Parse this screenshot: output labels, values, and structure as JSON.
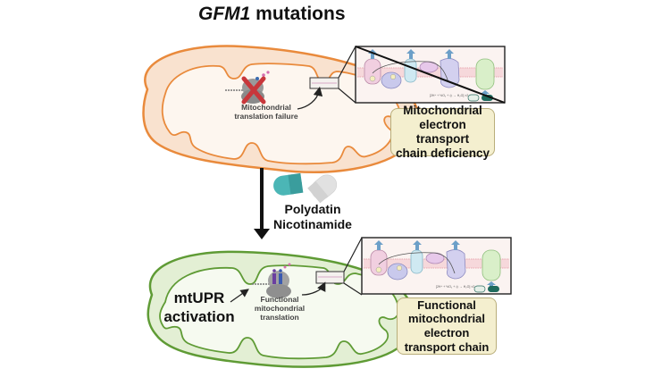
{
  "title": {
    "gene": "GFM1",
    "rest": " mutations"
  },
  "top_panel": {
    "state": "disease",
    "mitochondrion_color": "#e98a3c",
    "mitochondrion_fill": "#f9e2cf",
    "matrix_fill": "#fdf6ef",
    "ribosome_label_line1": "Mitochondrial",
    "ribosome_label_line2": "translation failure",
    "failure_mark_color": "#c8373b",
    "callout_lines": [
      "Mitochondrial",
      "electron transport",
      "chain deficiency"
    ]
  },
  "treatment": {
    "drugs": [
      "Polydatin",
      "Nicotinamide"
    ],
    "capsule_colors": [
      "#4bb6b6",
      "#e1e1e1"
    ]
  },
  "bottom_panel": {
    "state": "rescued",
    "mitochondrion_color": "#5f9b35",
    "mitochondrion_fill": "#e3efd4",
    "matrix_fill": "#f6faf0",
    "mtupr_line1": "mtUPR",
    "mtupr_line2": "activation",
    "ribosome_label_lines": [
      "Functional",
      "mitochondrial",
      "translation"
    ],
    "callout_lines": [
      "Functional",
      "mitochondrial",
      "electron",
      "transport chain"
    ]
  },
  "etc_inset": {
    "complexes": [
      "I",
      "II",
      "III",
      "IV",
      "ATP synthase"
    ],
    "colors": {
      "complex_I": "#f1cfe0",
      "complex_II": "#c9c9ec",
      "complex_III": "#cfe9f2",
      "cyt_c": "#e7c8ea",
      "complex_IV": "#d3d0ef",
      "atp_synthase": "#d9efc9",
      "membrane": "#f3c4c8",
      "proton_arrow": "#6c9fc8",
      "atp_badge": "#1f6b5e"
    },
    "badge_labels": [
      "ADP",
      "ATP"
    ]
  }
}
